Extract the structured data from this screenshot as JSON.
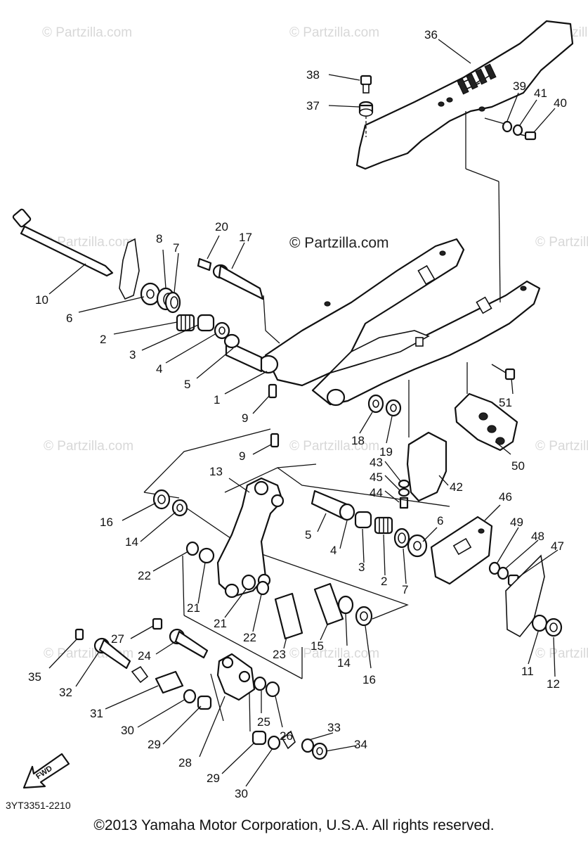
{
  "watermarks": [
    "© Partzilla.com"
  ],
  "center_watermark": "© Partzilla.com",
  "callouts": {
    "p1": "1",
    "p2": "2",
    "p3": "3",
    "p4": "4",
    "p5": "5",
    "p6": "6",
    "p7": "7",
    "p8": "8",
    "p9": "9",
    "p10": "10",
    "p11": "11",
    "p12": "12",
    "p13": "13",
    "p14": "14",
    "p15": "15",
    "p16": "16",
    "p17": "17",
    "p18": "18",
    "p19": "19",
    "p20": "20",
    "p21": "21",
    "p22": "22",
    "p23": "23",
    "p24": "24",
    "p25": "25",
    "p26": "26",
    "p27": "27",
    "p28": "28",
    "p29": "29",
    "p30": "30",
    "p31": "31",
    "p32": "32",
    "p33": "33",
    "p34": "34",
    "p35": "35",
    "p36": "36",
    "p37": "37",
    "p38": "38",
    "p39": "39",
    "p40": "40",
    "p41": "41",
    "p42": "42",
    "p43": "43",
    "p44": "44",
    "p45": "45",
    "p46": "46",
    "p47": "47",
    "p48": "48",
    "p49": "49",
    "p50": "50",
    "p51": "51"
  },
  "fwd_label": "FWD",
  "diagram_code": "3YT3351-2210",
  "copyright": "©2013 Yamaha Motor Corporation, U.S.A. All rights reserved."
}
